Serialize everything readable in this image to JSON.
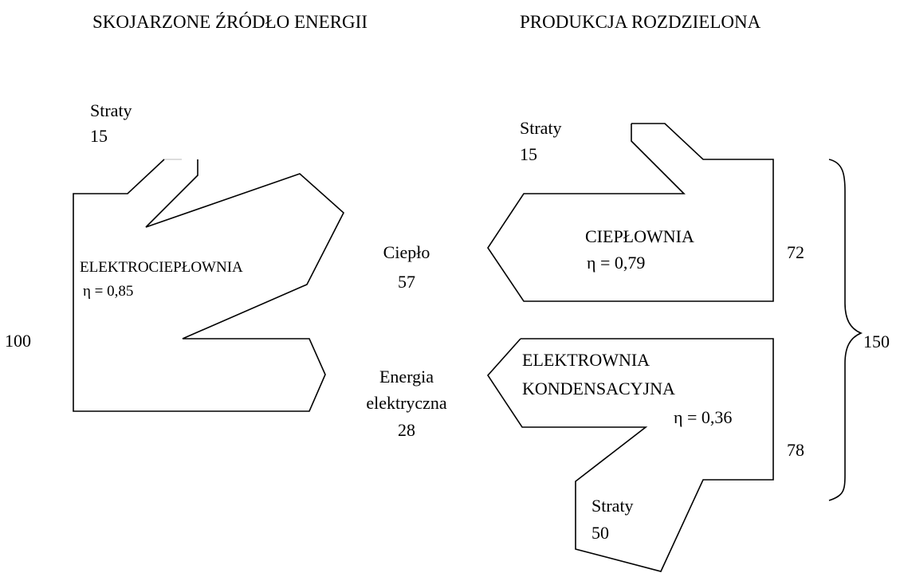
{
  "headings": {
    "left": "SKOJARZONE ŹRÓDŁO ENERGII",
    "right": "PRODUKCJA ROZDZIELONA"
  },
  "chp": {
    "losses_label": "Straty",
    "losses_value": "15",
    "name": "ELEKTROCIEPŁOWNIA",
    "efficiency": "η = 0,85",
    "input_value": "100"
  },
  "outputs": {
    "heat_label": "Ciepło",
    "heat_value": "57",
    "electricity_label_1": "Energia",
    "electricity_label_2": "elektryczna",
    "electricity_value": "28"
  },
  "heat_plant": {
    "losses_label": "Straty",
    "losses_value": "15",
    "name": "CIEPŁOWNIA",
    "efficiency": "η = 0,79",
    "input_value": "72"
  },
  "power_plant": {
    "name_line_1": "ELEKTROWNIA",
    "name_line_2": "KONDENSACYJNA",
    "efficiency": "η = 0,36",
    "input_value": "78",
    "losses_label": "Straty",
    "losses_value": "50"
  },
  "separate_total": "150"
}
